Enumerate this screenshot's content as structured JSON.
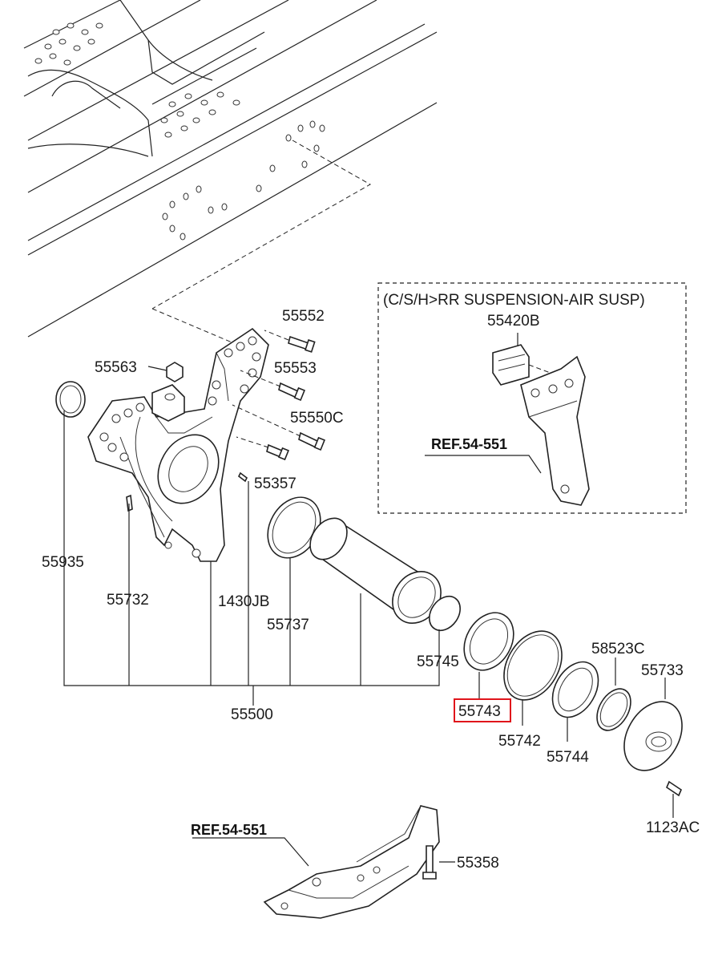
{
  "inset": {
    "title": "(C/S/H>RR SUSPENSION-AIR SUSP)",
    "part": "55420B",
    "ref": "REF.54-551"
  },
  "labels": {
    "p55552": "55552",
    "p55563": "55563",
    "p55553": "55553",
    "p55550C": "55550C",
    "p55357": "55357",
    "p55935": "55935",
    "p55732": "55732",
    "p1430JB": "1430JB",
    "p55737": "55737",
    "p55745": "55745",
    "p55500": "55500",
    "p55743": "55743",
    "p55742": "55742",
    "p55744": "55744",
    "p58523C": "58523C",
    "p55733": "55733",
    "p1123AC": "1123AC",
    "p55358": "55358"
  },
  "bottom_ref": "REF.54-551",
  "highlight_color": "#e0151b"
}
